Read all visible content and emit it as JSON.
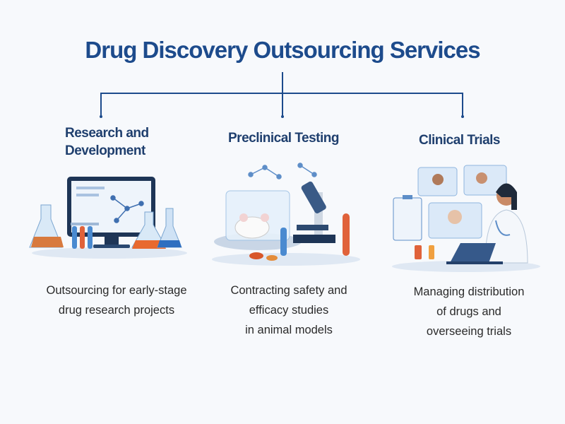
{
  "title": "Drug Discovery Outsourcing Services",
  "branches": [
    {
      "heading_line1": "Research and",
      "heading_line2": "Development",
      "description_line1": "Outsourcing for early-stage",
      "description_line2": "drug research projects",
      "illustration": "lab-computer-flasks-icon"
    },
    {
      "heading": "Preclinical Testing",
      "description_line1": "Contracting safety and",
      "description_line2": "efficacy studies",
      "description_line3": "in animal models",
      "illustration": "lab-mouse-microscope-icon"
    },
    {
      "heading": "Clinical Trials",
      "description_line1": "Managing distribution",
      "description_line2": "of drugs and",
      "description_line3": "overseeing trials",
      "illustration": "doctor-telemedicine-icon"
    }
  ],
  "colors": {
    "title": "#1d4b8c",
    "connector": "#1d4b8c",
    "heading": "#1f3f6e"
  }
}
